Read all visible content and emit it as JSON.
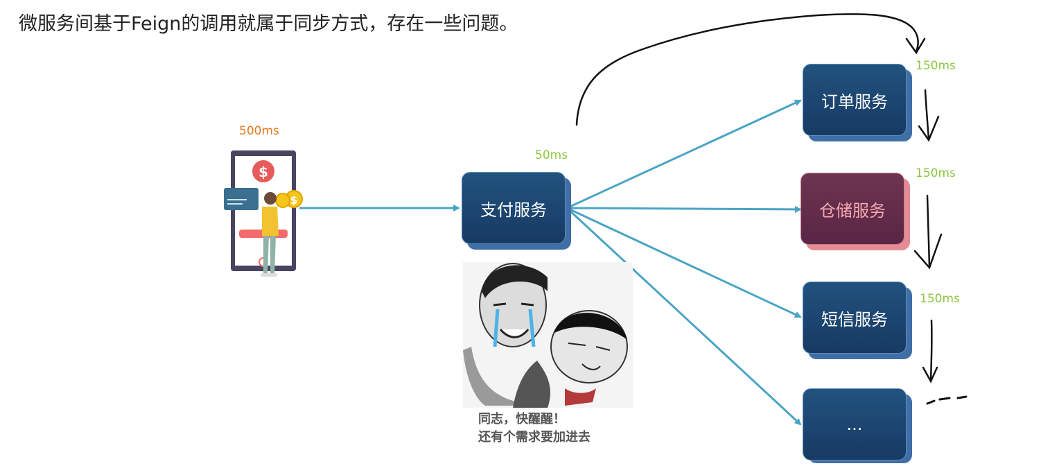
{
  "title": "微服务间基于Feign的调用就属于同步方式，存在一些问题。",
  "client": {
    "latency": "500ms"
  },
  "payment": {
    "label": "支付服务",
    "latency": "50ms"
  },
  "services": [
    {
      "label": "订单服务",
      "latency": "150ms"
    },
    {
      "label": "仓储服务",
      "latency": "150ms"
    },
    {
      "label": "短信服务",
      "latency": "150ms"
    },
    {
      "label": "...",
      "latency": ""
    }
  ],
  "meme_caption": {
    "line1": "同志，快醒醒！",
    "line2": "还有个需求要加进去"
  },
  "colors": {
    "arrow": "#4aa4c4",
    "box": "#1e4a78",
    "box_alert": "#5e2a48",
    "latency_green": "#8cc63f",
    "latency_orange": "#e27a1f"
  }
}
